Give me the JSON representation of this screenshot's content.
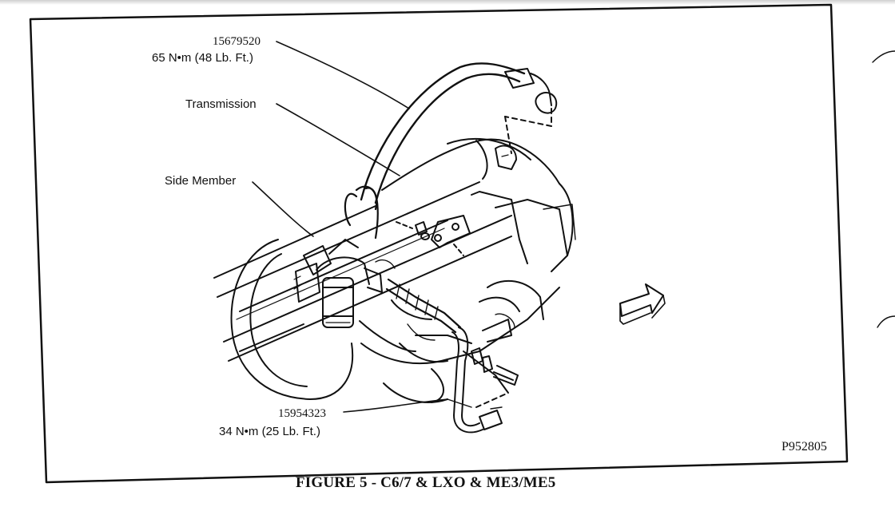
{
  "callouts": {
    "hose_upper_part": "15679520",
    "hose_upper_torque": "65 N•m (48 Lb. Ft.)",
    "transmission": "Transmission",
    "side_member": "Side Member",
    "hose_lower_part": "15954323",
    "hose_lower_torque": "34 N•m (25 Lb. Ft.)"
  },
  "doc_number": "P952805",
  "caption": "FIGURE 5 - C6/7 & LXO & ME3/ME5"
}
